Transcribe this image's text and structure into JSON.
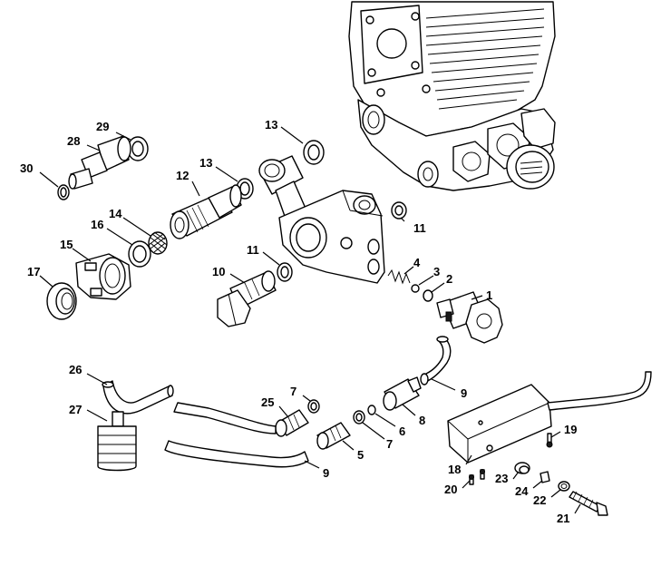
{
  "callouts": [
    {
      "id": "c1",
      "text": "1"
    },
    {
      "id": "c2",
      "text": "2"
    },
    {
      "id": "c3",
      "text": "3"
    },
    {
      "id": "c4",
      "text": "4"
    },
    {
      "id": "c5",
      "text": "5"
    },
    {
      "id": "c6",
      "text": "6"
    },
    {
      "id": "c7a",
      "text": "7"
    },
    {
      "id": "c7b",
      "text": "7"
    },
    {
      "id": "c8",
      "text": "8"
    },
    {
      "id": "c9a",
      "text": "9"
    },
    {
      "id": "c9b",
      "text": "9"
    },
    {
      "id": "c10",
      "text": "10"
    },
    {
      "id": "c11a",
      "text": "11"
    },
    {
      "id": "c11b",
      "text": "11"
    },
    {
      "id": "c12",
      "text": "12"
    },
    {
      "id": "c13a",
      "text": "13"
    },
    {
      "id": "c13b",
      "text": "13"
    },
    {
      "id": "c14",
      "text": "14"
    },
    {
      "id": "c15",
      "text": "15"
    },
    {
      "id": "c16",
      "text": "16"
    },
    {
      "id": "c17",
      "text": "17"
    },
    {
      "id": "c18",
      "text": "18"
    },
    {
      "id": "c19",
      "text": "19"
    },
    {
      "id": "c20",
      "text": "20"
    },
    {
      "id": "c21",
      "text": "21"
    },
    {
      "id": "c22",
      "text": "22"
    },
    {
      "id": "c23",
      "text": "23"
    },
    {
      "id": "c24",
      "text": "24"
    },
    {
      "id": "c25",
      "text": "25"
    },
    {
      "id": "c26",
      "text": "26"
    },
    {
      "id": "c27",
      "text": "27"
    },
    {
      "id": "c28",
      "text": "28"
    },
    {
      "id": "c29",
      "text": "29"
    },
    {
      "id": "c30",
      "text": "30"
    }
  ]
}
